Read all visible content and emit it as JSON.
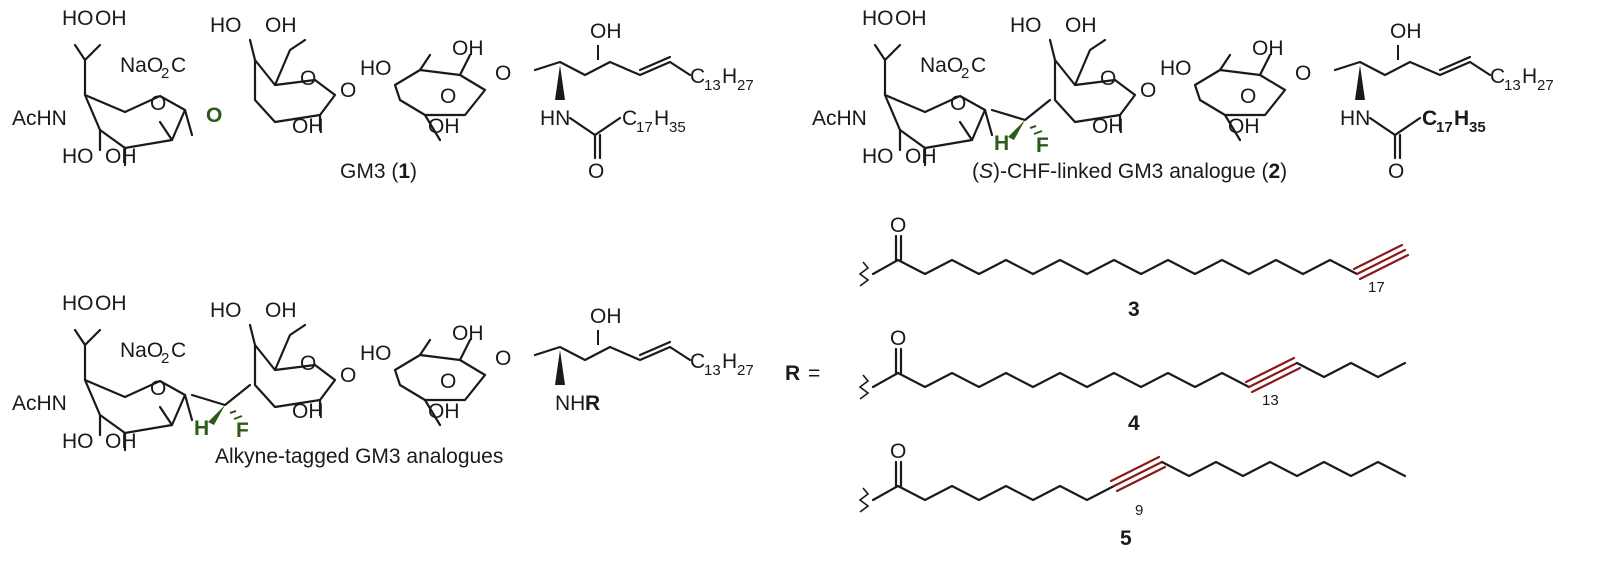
{
  "captions": {
    "gm3": "GM3 (",
    "gm3_num": "1",
    "gm3_close": ")",
    "chf_pre": "(",
    "chf_s": "S",
    "chf_mid": ")-CHF-linked GM3 analogue (",
    "chf_num": "2",
    "chf_close": ")",
    "alkyne": "Alkyne-tagged GM3 analogues"
  },
  "r_label": "R",
  "r_equals": "=",
  "labels": {
    "oh": "OH",
    "ho": "HO",
    "o": "O",
    "acnh": "AcHN",
    "nao2c_a": "NaO",
    "nao2c_b": "2",
    "nao2c_c": "C",
    "hn": "HN",
    "nh": "NH",
    "c13h27_c": "C",
    "c13h27_a": "13",
    "c13h27_h": "H",
    "c13h27_b": "27",
    "c17h35_c": "C",
    "c17h35_a": "17",
    "c17h35_h": "H",
    "c17h35_b": "35",
    "h": "H",
    "f": "F"
  },
  "compounds": [
    {
      "number": "3",
      "alkyne_position": "17"
    },
    {
      "number": "4",
      "alkyne_position": "13"
    },
    {
      "number": "5",
      "alkyne_position": "9"
    }
  ],
  "colors": {
    "text": "#1a1a1a",
    "highlight_green": "#2e5a1c",
    "alkyne_red": "#8b1a1a"
  }
}
